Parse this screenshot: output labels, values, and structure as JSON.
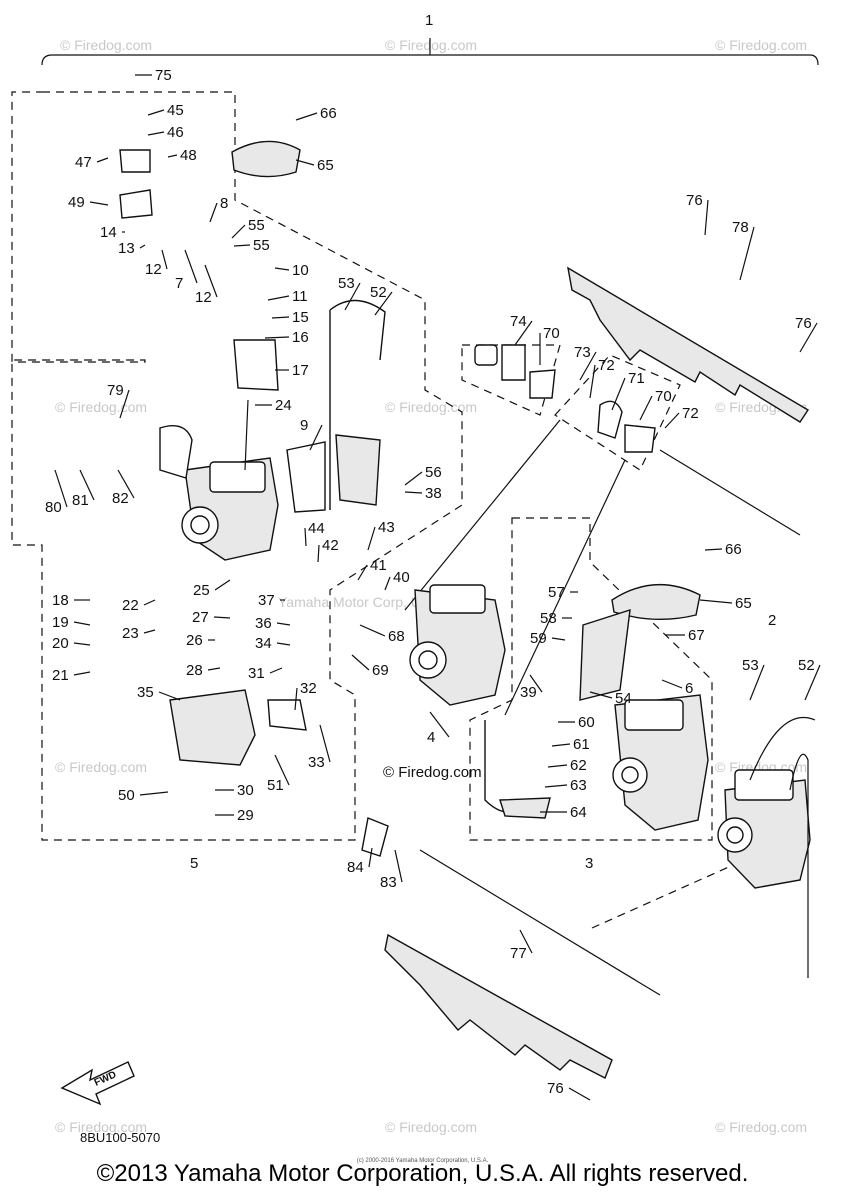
{
  "diagram": {
    "code": "8BU100-5070",
    "footer": "©2013 Yamaha Motor Corporation, U.S.A. All rights reserved.",
    "footer_small": "(c) 2000-2016 Yamaha Motor Corporation, U.S.A.",
    "watermark": "© Firedog.com",
    "center_watermark": "Yamaha Motor Corp, U.S.A.",
    "fwd_label": "FWD",
    "callouts": [
      {
        "n": "1"
      },
      {
        "n": "75"
      },
      {
        "n": "45"
      },
      {
        "n": "46"
      },
      {
        "n": "48"
      },
      {
        "n": "47"
      },
      {
        "n": "66"
      },
      {
        "n": "65"
      },
      {
        "n": "49"
      },
      {
        "n": "8"
      },
      {
        "n": "14"
      },
      {
        "n": "55"
      },
      {
        "n": "13"
      },
      {
        "n": "55"
      },
      {
        "n": "12"
      },
      {
        "n": "7"
      },
      {
        "n": "12"
      },
      {
        "n": "10"
      },
      {
        "n": "11"
      },
      {
        "n": "15"
      },
      {
        "n": "16"
      },
      {
        "n": "17"
      },
      {
        "n": "53"
      },
      {
        "n": "52"
      },
      {
        "n": "24"
      },
      {
        "n": "79"
      },
      {
        "n": "9"
      },
      {
        "n": "74"
      },
      {
        "n": "70"
      },
      {
        "n": "73"
      },
      {
        "n": "72"
      },
      {
        "n": "71"
      },
      {
        "n": "70"
      },
      {
        "n": "72"
      },
      {
        "n": "76"
      },
      {
        "n": "78"
      },
      {
        "n": "76"
      },
      {
        "n": "80"
      },
      {
        "n": "81"
      },
      {
        "n": "82"
      },
      {
        "n": "56"
      },
      {
        "n": "38"
      },
      {
        "n": "44"
      },
      {
        "n": "42"
      },
      {
        "n": "43"
      },
      {
        "n": "41"
      },
      {
        "n": "40"
      },
      {
        "n": "18"
      },
      {
        "n": "22"
      },
      {
        "n": "25"
      },
      {
        "n": "37"
      },
      {
        "n": "19"
      },
      {
        "n": "27"
      },
      {
        "n": "36"
      },
      {
        "n": "20"
      },
      {
        "n": "23"
      },
      {
        "n": "26"
      },
      {
        "n": "34"
      },
      {
        "n": "21"
      },
      {
        "n": "28"
      },
      {
        "n": "31"
      },
      {
        "n": "35"
      },
      {
        "n": "32"
      },
      {
        "n": "33"
      },
      {
        "n": "51"
      },
      {
        "n": "50"
      },
      {
        "n": "30"
      },
      {
        "n": "29"
      },
      {
        "n": "5"
      },
      {
        "n": "66"
      },
      {
        "n": "57"
      },
      {
        "n": "58"
      },
      {
        "n": "65"
      },
      {
        "n": "59"
      },
      {
        "n": "67"
      },
      {
        "n": "68"
      },
      {
        "n": "69"
      },
      {
        "n": "39"
      },
      {
        "n": "54"
      },
      {
        "n": "6"
      },
      {
        "n": "4"
      },
      {
        "n": "60"
      },
      {
        "n": "61"
      },
      {
        "n": "62"
      },
      {
        "n": "63"
      },
      {
        "n": "64"
      },
      {
        "n": "3"
      },
      {
        "n": "2"
      },
      {
        "n": "53"
      },
      {
        "n": "52"
      },
      {
        "n": "84"
      },
      {
        "n": "83"
      },
      {
        "n": "77"
      },
      {
        "n": "76"
      }
    ]
  }
}
